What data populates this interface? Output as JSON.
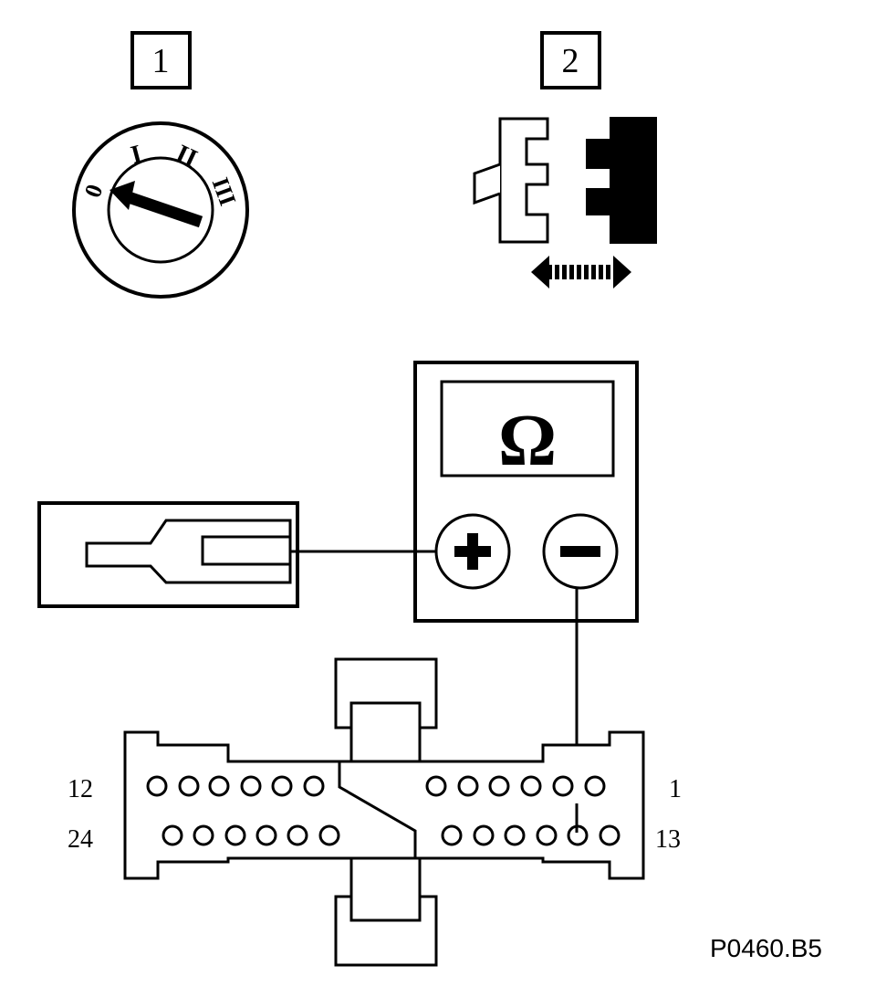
{
  "steps": {
    "step1": "1",
    "step2": "2"
  },
  "ignition": {
    "positions": [
      "0",
      "I",
      "II",
      "III"
    ]
  },
  "meter": {
    "unit_symbol": "Ω",
    "plus": "+",
    "minus": "−"
  },
  "connector": {
    "label_top_left": "12",
    "label_bottom_left": "24",
    "label_top_right": "1",
    "label_bottom_right": "13"
  },
  "reference": "P0460.B5",
  "colors": {
    "ink": "#000000",
    "paper": "#ffffff"
  }
}
